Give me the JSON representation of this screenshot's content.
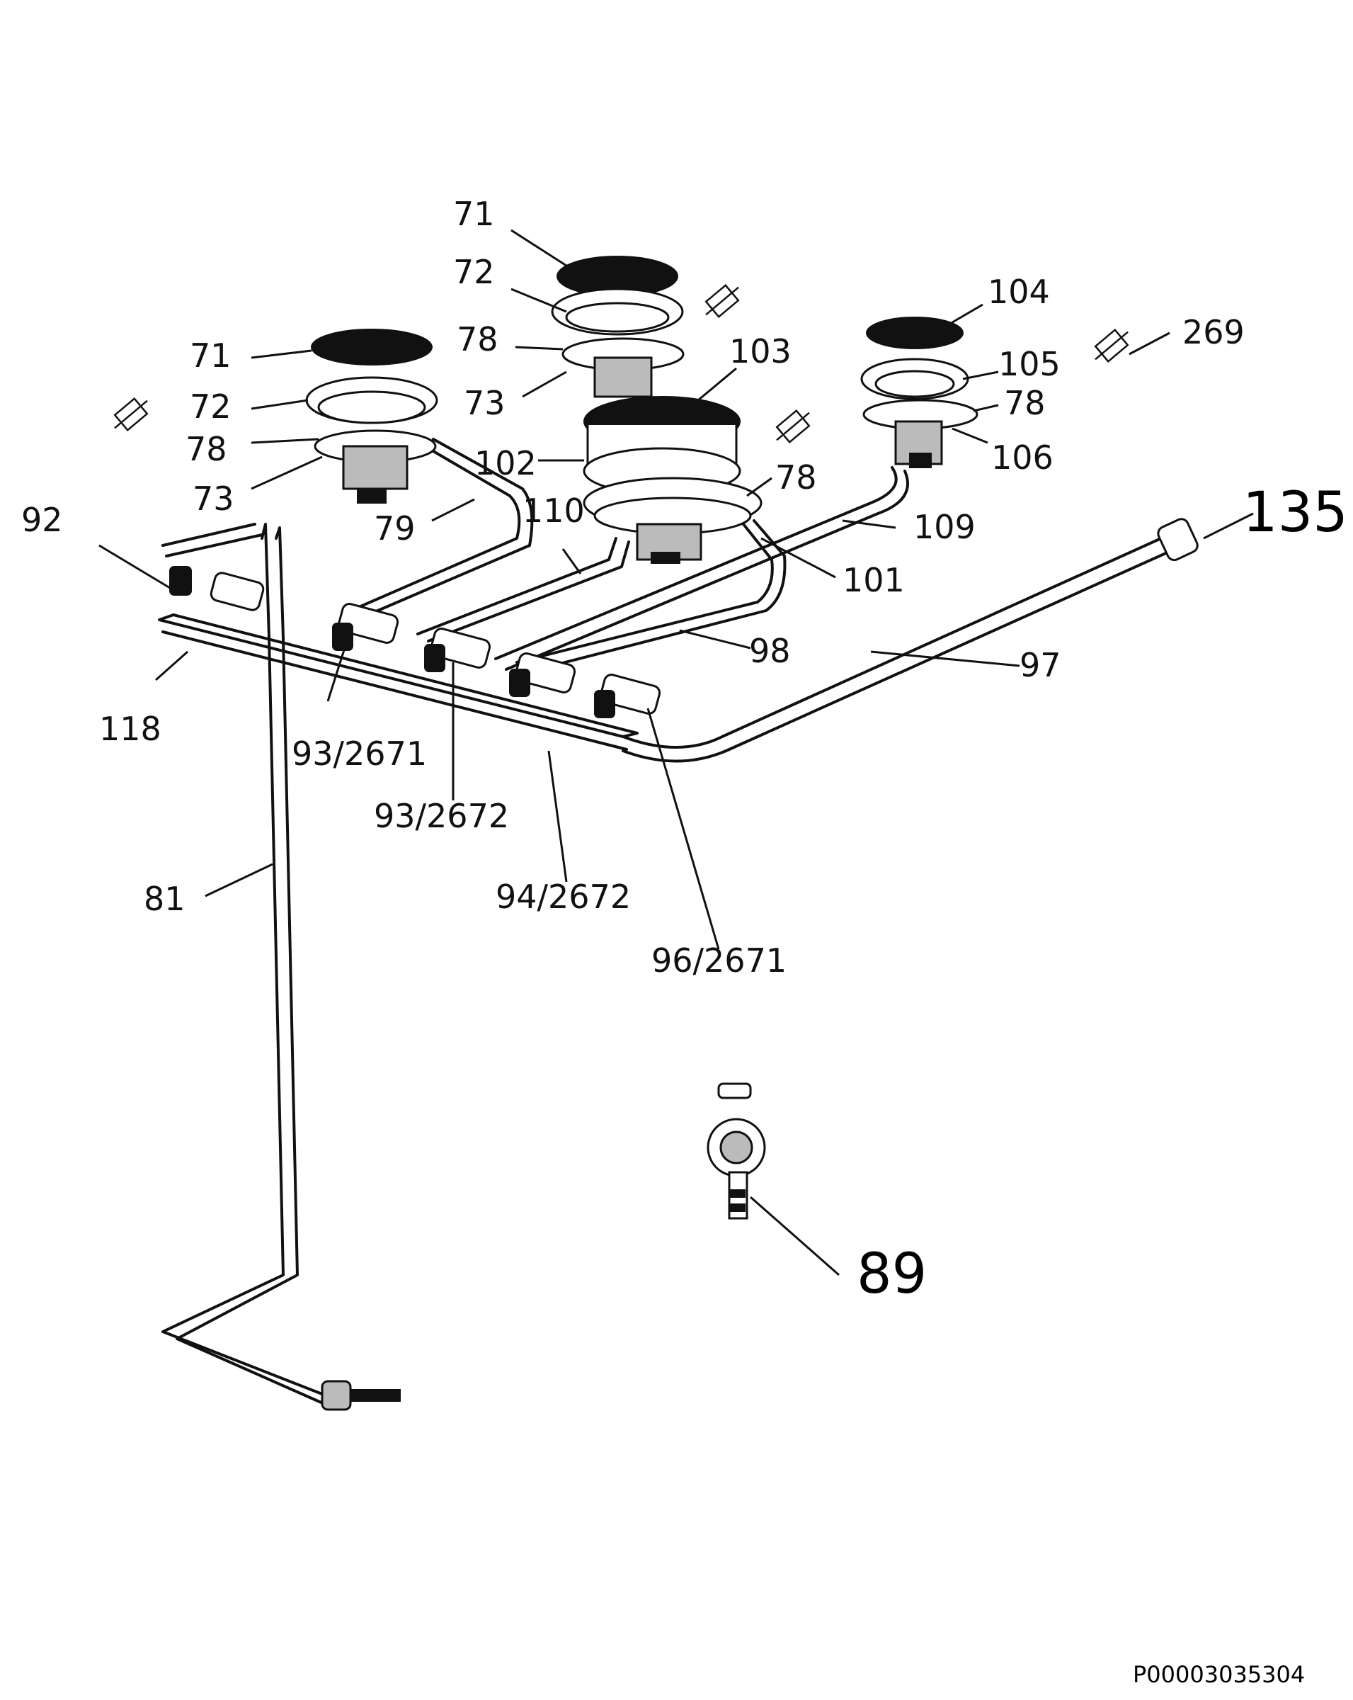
{
  "labels": {
    "l71a": "71",
    "l72a": "72",
    "l78a": "78",
    "l73a": "73",
    "l103": "103",
    "l104": "104",
    "l269": "269",
    "l71b": "71",
    "l72b": "72",
    "l78b": "78",
    "l73b": "73",
    "l105": "105",
    "l78c": "78",
    "l106": "106",
    "l102": "102",
    "l78d": "78",
    "l79": "79",
    "l110": "110",
    "l92": "92",
    "l109": "109",
    "l135": "135",
    "l101": "101",
    "l98": "98",
    "l97": "97",
    "l118": "118",
    "l93_2671": "93/2671",
    "l93_2672": "93/2672",
    "l81": "81",
    "l94_2672": "94/2672",
    "l96_2671": "96/2671",
    "l89": "89"
  },
  "footer": {
    "code": "P00003035304"
  }
}
